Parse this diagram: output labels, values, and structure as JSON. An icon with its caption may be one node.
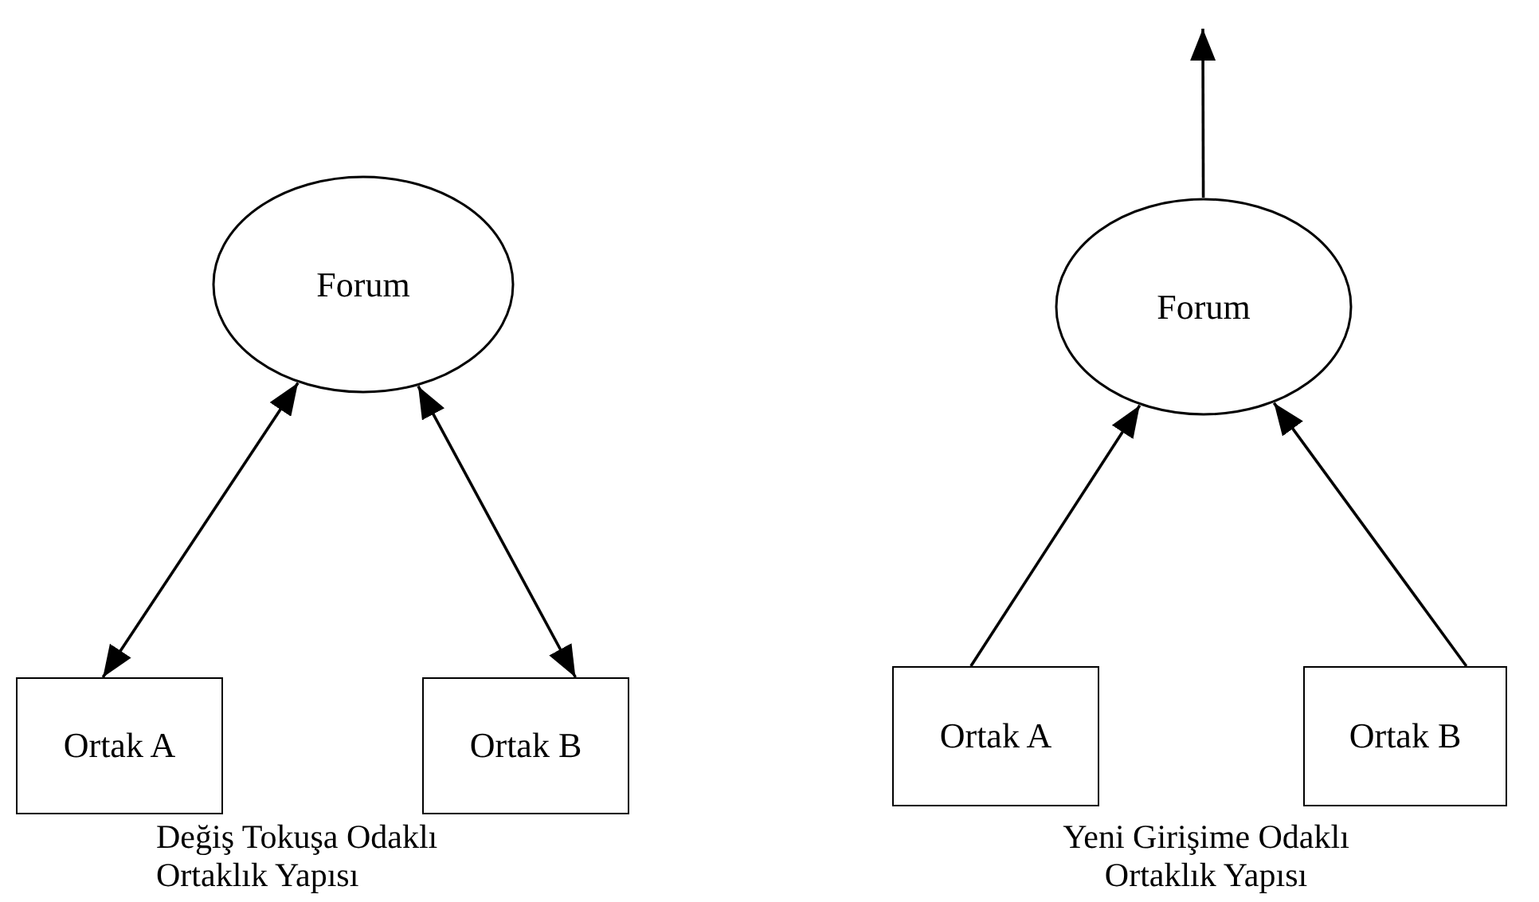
{
  "diagram": {
    "nodes": [
      {
        "text": [
          "Forum"
        ]
      },
      {
        "text": [
          "Ortak A"
        ]
      },
      {
        "text": [
          "Ortak B"
        ]
      },
      {
        "text": [
          "Forum"
        ]
      },
      {
        "text": [
          "Ortak A"
        ]
      },
      {
        "text": [
          "Ortak B"
        ]
      }
    ],
    "edges": [
      {
        "from": 1,
        "to": 0,
        "arrow": "both"
      },
      {
        "from": 2,
        "to": 0,
        "arrow": "both"
      },
      {
        "from": 4,
        "to": 3,
        "arrow": "to"
      },
      {
        "from": 5,
        "to": 3,
        "arrow": "to"
      },
      {
        "from": 3,
        "to": null,
        "arrow": "to"
      }
    ],
    "labels": [
      "Değiş Tokuşa Odaklı Ortaklık Yapısı",
      "Yeni Girişime Odaklı Ortaklık Yapısı"
    ]
  }
}
